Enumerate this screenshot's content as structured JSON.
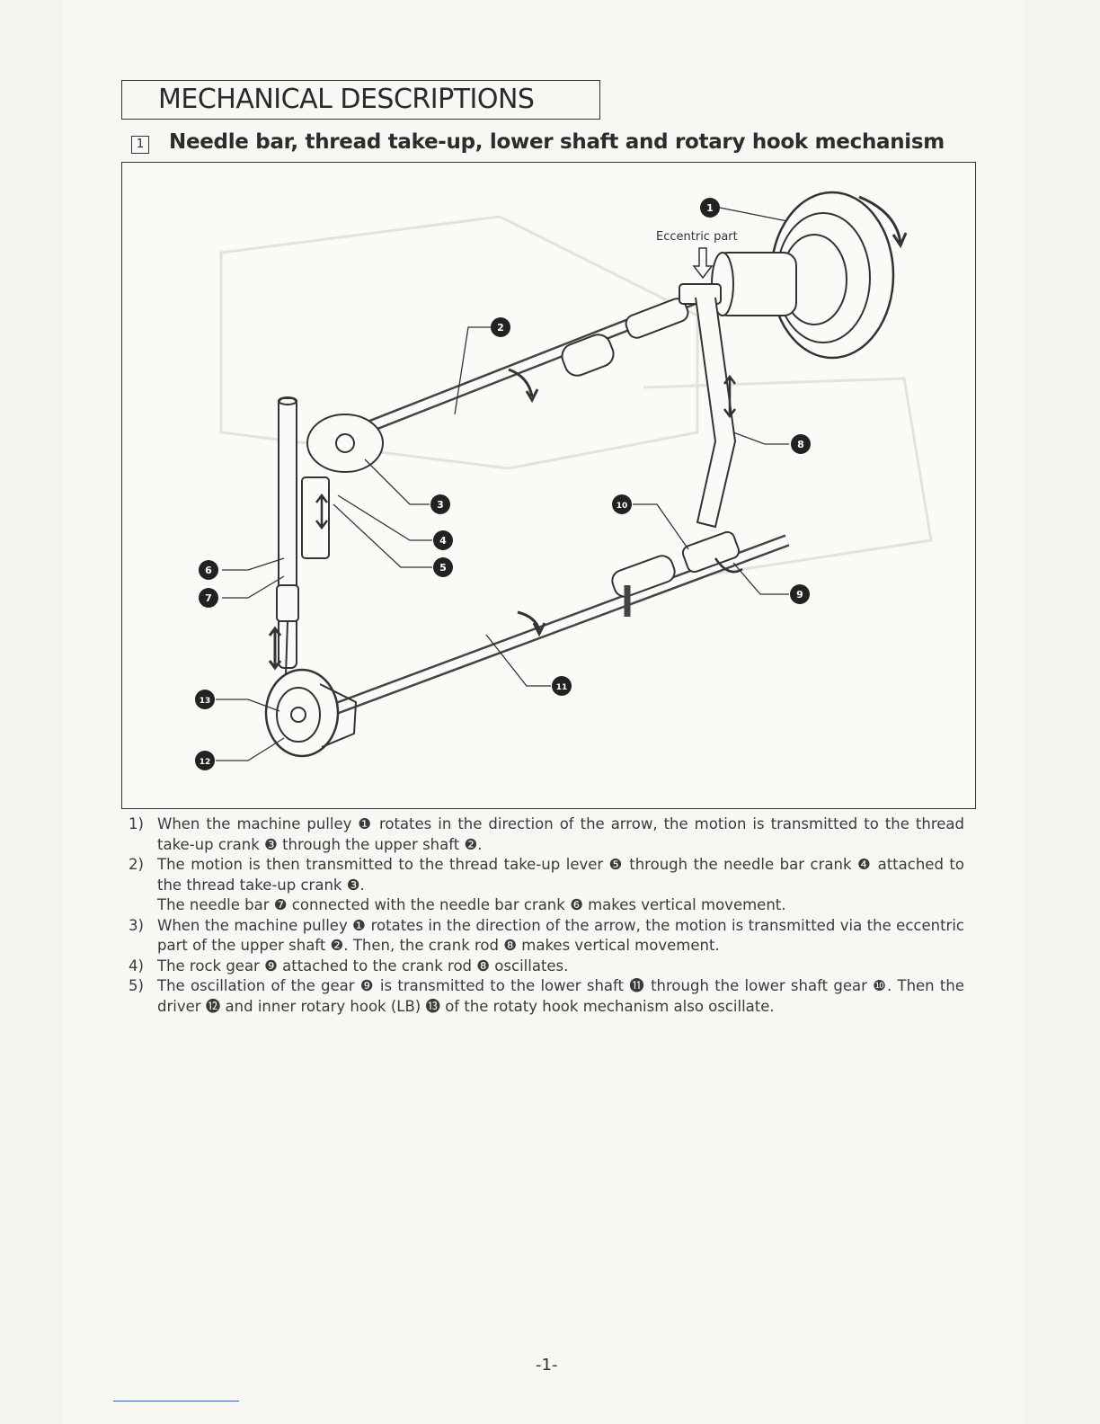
{
  "header": {
    "title": "MECHANICAL DESCRIPTIONS",
    "section_number": "1",
    "section_title": "Needle bar, thread take-up, lower shaft  and rotary hook mechanism"
  },
  "figure": {
    "eccentric_label": "Eccentric part",
    "callouts": [
      "1",
      "2",
      "3",
      "4",
      "5",
      "6",
      "7",
      "8",
      "9",
      "10",
      "11",
      "12",
      "13"
    ]
  },
  "descriptions": [
    {
      "num": "1)",
      "text": "When the machine pulley ❶ rotates in the direction of the arrow, the motion is transmitted to the thread take-up crank ❸ through the upper shaft ❷."
    },
    {
      "num": "2)",
      "text": "The motion is then transmitted to the thread take-up lever ❺ through the needle bar crank ❹ attached to the thread take-up crank ❸.",
      "extra": "The needle bar ❼ connected with the needle bar crank ❻ makes vertical movement."
    },
    {
      "num": "3)",
      "text": "When the machine pulley ❶ rotates in the direction of the arrow, the motion is transmitted via the eccentric part of the upper shaft ❷. Then, the crank rod ❽ makes vertical movement."
    },
    {
      "num": "4)",
      "text": "The rock gear ❾ attached to the crank rod ❽ oscillates."
    },
    {
      "num": "5)",
      "text": "The oscillation of the gear ❾ is transmitted to the lower shaft ⓫ through the lower shaft gear ❿. Then the driver ⓬ and inner rotary hook (LB) ⓭ of the rotaty hook mechanism also oscillate."
    }
  ],
  "footer": {
    "page_number": "-1-"
  }
}
